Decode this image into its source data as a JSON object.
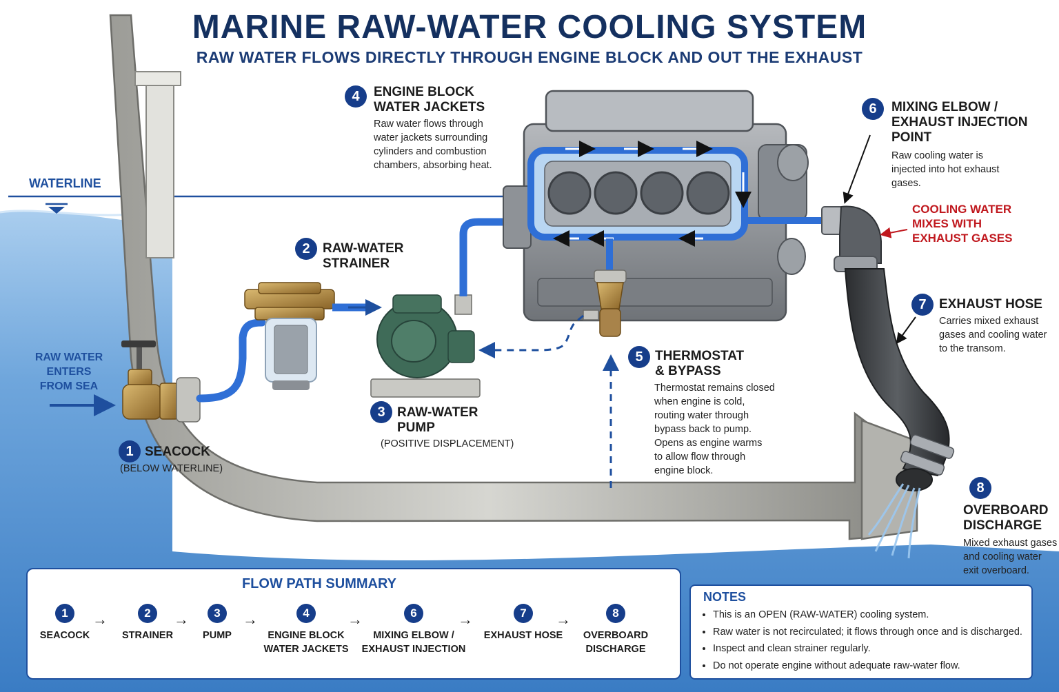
{
  "header": {
    "title": "MARINE RAW-WATER COOLING SYSTEM",
    "subtitle": "RAW WATER FLOWS DIRECTLY THROUGH ENGINE BLOCK AND OUT THE EXHAUST"
  },
  "waterline": {
    "label": "WATERLINE"
  },
  "inlet": {
    "label": "RAW WATER\nENTERS\nFROM SEA"
  },
  "components": [
    {
      "num": "1",
      "title": "SEACOCK",
      "note": "(BELOW WATERLINE)"
    },
    {
      "num": "2",
      "title": "RAW-WATER\nSTRAINER"
    },
    {
      "num": "3",
      "title": "RAW-WATER\nPUMP",
      "note": "(POSITIVE DISPLACEMENT)"
    },
    {
      "num": "4",
      "title": "ENGINE BLOCK\nWATER JACKETS",
      "desc": "Raw water flows through\nwater jackets surrounding\ncylinders and combustion\nchambers, absorbing heat."
    },
    {
      "num": "5",
      "title": "THERMOSTAT\n& BYPASS",
      "desc": "Thermostat remains closed\nwhen engine is cold,\nrouting water through\nbypass back to pump.\nOpens as engine warms\nto allow flow through\nengine block."
    },
    {
      "num": "6",
      "title": "MIXING ELBOW /\nEXHAUST INJECTION\nPOINT",
      "desc": "Raw cooling water is\ninjected into hot exhaust\ngases."
    },
    {
      "num": "7",
      "title": "EXHAUST HOSE",
      "desc": "Carries mixed exhaust\ngases and cooling water\nto the transom."
    },
    {
      "num": "8",
      "title": "OVERBOARD\nDISCHARGE",
      "desc": "Mixed exhaust gases\nand cooling water\nexit overboard."
    }
  ],
  "callout": {
    "text": "COOLING WATER\nMIXES WITH\nEXHAUST GASES"
  },
  "flow_summary": {
    "title": "FLOW PATH SUMMARY",
    "steps": [
      {
        "num": "1",
        "label": "SEACOCK"
      },
      {
        "num": "2",
        "label": "STRAINER"
      },
      {
        "num": "3",
        "label": "PUMP"
      },
      {
        "num": "4",
        "label": "ENGINE BLOCK\nWATER JACKETS"
      },
      {
        "num": "6",
        "label": "MIXING ELBOW /\nEXHAUST INJECTION"
      },
      {
        "num": "7",
        "label": "EXHAUST HOSE"
      },
      {
        "num": "8",
        "label": "OVERBOARD\nDISCHARGE"
      }
    ],
    "arrow": "→"
  },
  "notes": {
    "title": "NOTES",
    "items": [
      "This is an OPEN (RAW-WATER) cooling system.",
      "Raw water is not recirculated; it flows through once and is discharged.",
      "Inspect and clean strainer regularly.",
      "Do not operate engine without adequate raw-water flow."
    ]
  },
  "colors": {
    "title": "#14305f",
    "accent": "#1e4f9e",
    "badge": "#163d8a",
    "pipe": "#2f6fd6",
    "sea": "#4f8fcf",
    "hull": "#b9b9b4",
    "engine": "#8e9297",
    "brass": "#b08a45",
    "pump": "#3f6b58",
    "hose": "#3f4245",
    "warning": "#c0181e"
  }
}
